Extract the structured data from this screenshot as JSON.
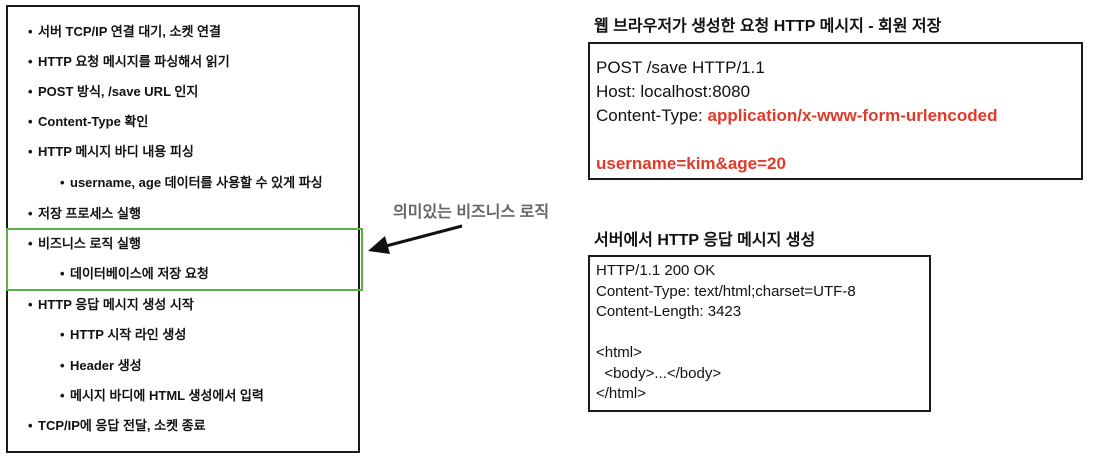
{
  "steps": [
    {
      "text": "서버 TCP/IP 연결 대기, 소켓 연결",
      "level": 0
    },
    {
      "text": "HTTP 요청 메시지를 파싱해서 읽기",
      "level": 0
    },
    {
      "text": "POST 방식, /save URL 인지",
      "level": 0
    },
    {
      "text": "Content-Type 확인",
      "level": 0
    },
    {
      "text": "HTTP 메시지 바디 내용 피싱",
      "level": 0
    },
    {
      "text": "username, age 데이터를 사용할 수 있게 파싱",
      "level": 1
    },
    {
      "text": "저장 프로세스 실행",
      "level": 0
    },
    {
      "text": "비즈니스 로직 실행",
      "level": 0
    },
    {
      "text": "데이터베이스에 저장 요청",
      "level": 1
    },
    {
      "text": "HTTP 응답 메시지 생성 시작",
      "level": 0
    },
    {
      "text": "HTTP 시작 라인 생성",
      "level": 1
    },
    {
      "text": "Header 생성",
      "level": 1
    },
    {
      "text": "메시지 바디에 HTML 생성에서 입력",
      "level": 1
    },
    {
      "text": "TCP/IP에 응답 전달, 소켓 종료",
      "level": 0
    }
  ],
  "bullet": "•",
  "annotation": "의미있는 비즈니스 로직",
  "request": {
    "title": "웹 브라우저가 생성한 요청 HTTP 메시지 - 회원 저장",
    "line1": "POST /save HTTP/1.1",
    "line2": "Host: localhost:8080",
    "line3_label": "Content-Type: ",
    "line3_value": "application/x-www-form-urlencoded",
    "body": "username=kim&age=20"
  },
  "response": {
    "title": "서버에서 HTTP 응답 메시지 생성",
    "lines": [
      "HTTP/1.1 200 OK",
      "Content-Type: text/html;charset=UTF-8",
      "Content-Length: 3423",
      "",
      "<html>",
      "  <body>...</body>",
      "</html>"
    ]
  },
  "colors": {
    "highlight": "#58b046",
    "accent_red": "#e03a2b",
    "annotation_gray": "#666666"
  }
}
